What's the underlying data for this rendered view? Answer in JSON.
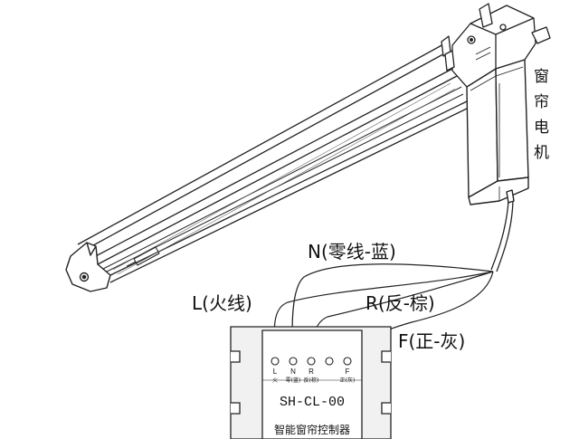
{
  "motor": {
    "label_chars": [
      "窗",
      "帘",
      "电",
      "机"
    ]
  },
  "wires": {
    "L": "L(火线)",
    "N": "N(零线-蓝)",
    "R": "R(反-棕)",
    "F": "F(正-灰)"
  },
  "controller": {
    "model": "SH-CL-00",
    "name": "智能窗帘控制器",
    "terminals": [
      {
        "letter": "L",
        "sub": "火"
      },
      {
        "letter": "N",
        "sub": "零(蓝)"
      },
      {
        "letter": "R",
        "sub": "反(棕)"
      },
      {
        "letter": "",
        "sub": ""
      },
      {
        "letter": "",
        "sub": ""
      },
      {
        "letter": "F",
        "sub": "正(灰)"
      }
    ]
  }
}
